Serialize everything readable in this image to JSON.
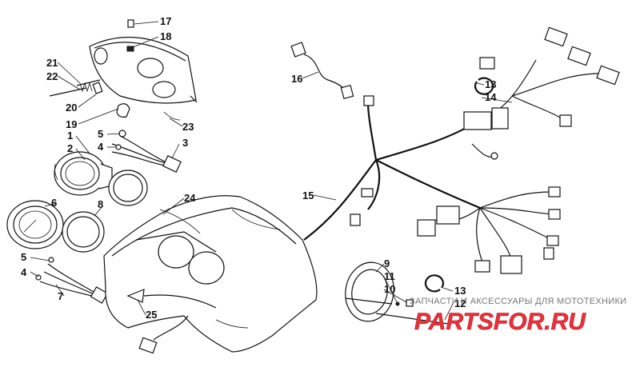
{
  "callouts": [
    {
      "id": "17",
      "label": "17"
    },
    {
      "id": "18",
      "label": "18"
    },
    {
      "id": "21",
      "label": "21"
    },
    {
      "id": "22",
      "label": "22"
    },
    {
      "id": "20",
      "label": "20"
    },
    {
      "id": "19",
      "label": "19"
    },
    {
      "id": "23",
      "label": "23"
    },
    {
      "id": "5a",
      "label": "5"
    },
    {
      "id": "4a",
      "label": "4"
    },
    {
      "id": "3",
      "label": "3"
    },
    {
      "id": "1",
      "label": "1"
    },
    {
      "id": "2",
      "label": "2"
    },
    {
      "id": "6",
      "label": "6"
    },
    {
      "id": "8",
      "label": "8"
    },
    {
      "id": "24",
      "label": "24"
    },
    {
      "id": "5b",
      "label": "5"
    },
    {
      "id": "4b",
      "label": "4"
    },
    {
      "id": "7",
      "label": "7"
    },
    {
      "id": "25",
      "label": "25"
    },
    {
      "id": "16",
      "label": "16"
    },
    {
      "id": "13a",
      "label": "13"
    },
    {
      "id": "14",
      "label": "14"
    },
    {
      "id": "15",
      "label": "15"
    },
    {
      "id": "9",
      "label": "9"
    },
    {
      "id": "11",
      "label": "11"
    },
    {
      "id": "10",
      "label": "10"
    },
    {
      "id": "13b",
      "label": "13"
    },
    {
      "id": "12",
      "label": "12"
    }
  ],
  "watermark": {
    "text": "ЗАПЧАСТИ И АКСЕССУАРЫ ДЛЯ МОТОТЕХНИКИ",
    "logo": "PARTSFOR.RU",
    "logo_color": "#e8313a"
  }
}
